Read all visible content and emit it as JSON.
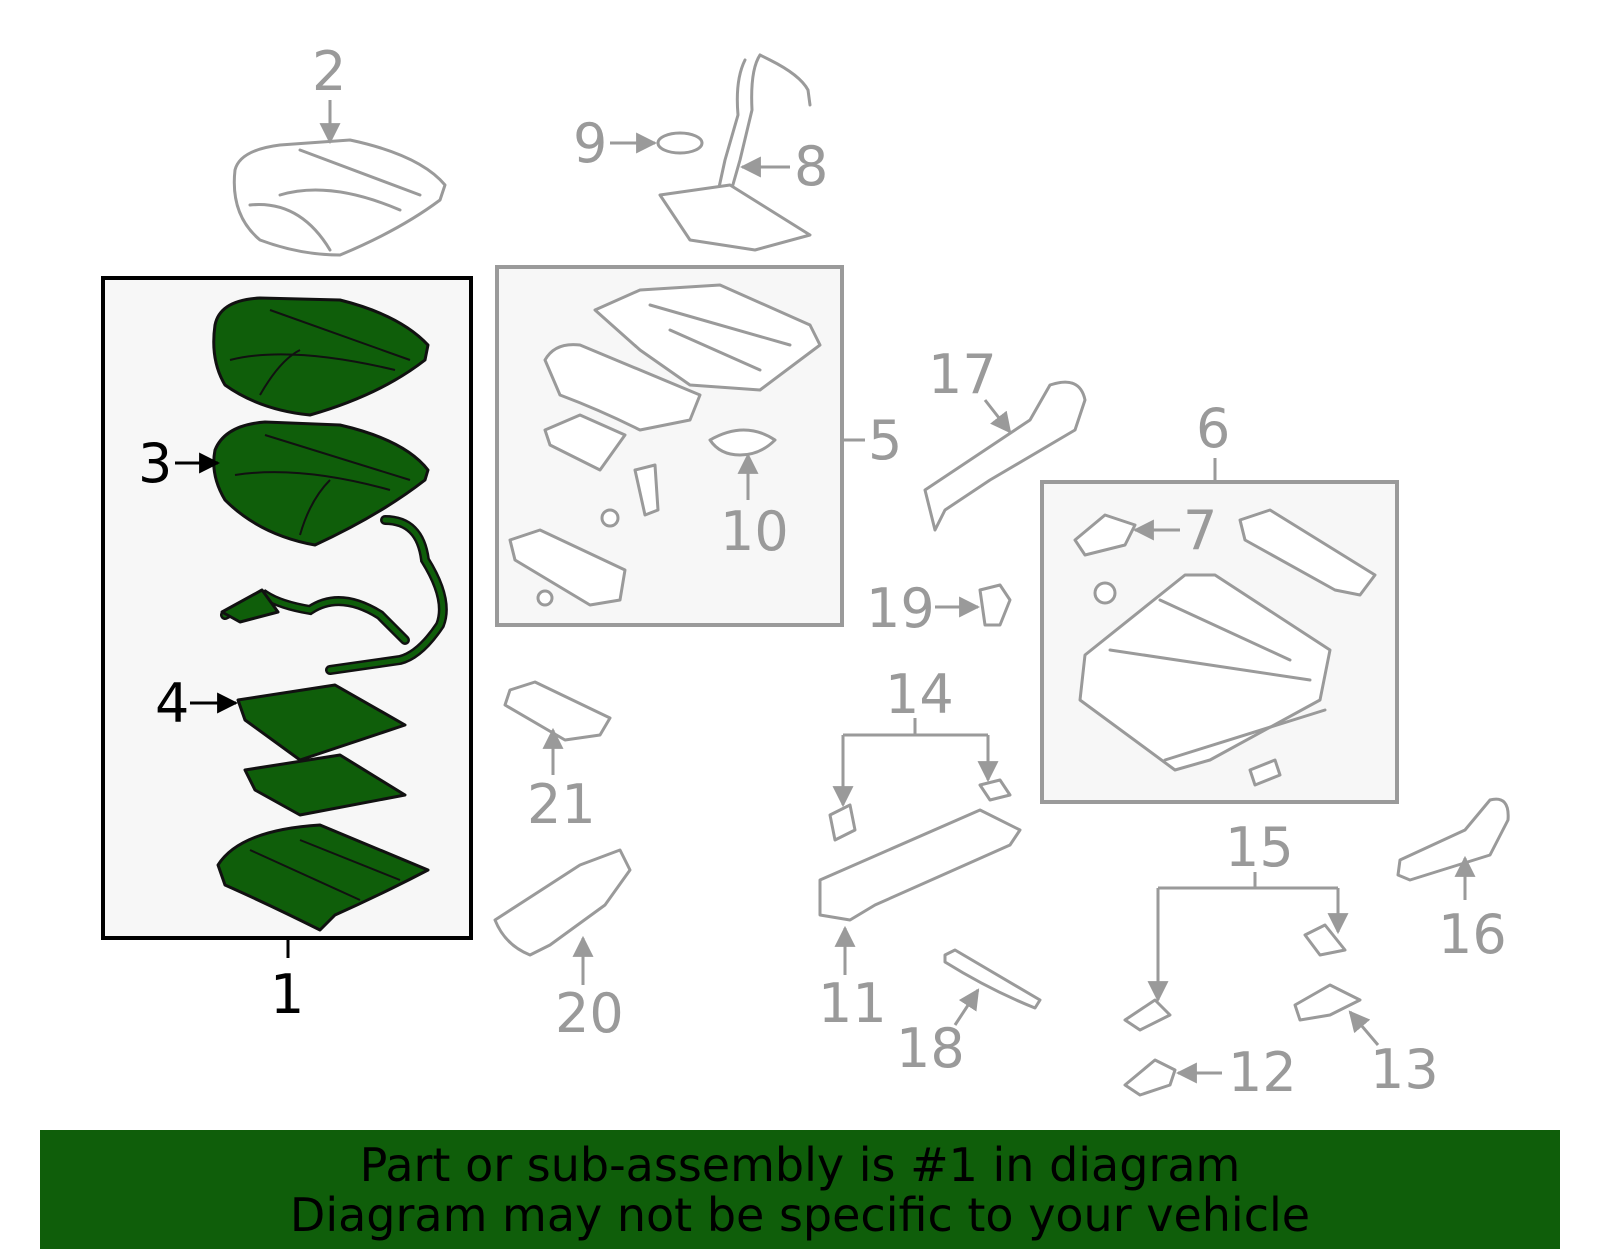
{
  "diagram": {
    "callouts": {
      "c1": "1",
      "c2": "2",
      "c3": "3",
      "c4": "4",
      "c5": "5",
      "c6": "6",
      "c7": "7",
      "c8": "8",
      "c9": "9",
      "c10": "10",
      "c11": "11",
      "c12": "12",
      "c13": "13",
      "c14": "14",
      "c15": "15",
      "c16": "16",
      "c17": "17",
      "c18": "18",
      "c19": "19",
      "c20": "20",
      "c21": "21"
    },
    "colors": {
      "highlight": "#0f5e0a",
      "outline": "#9a9a9a",
      "text_highlight": "#000000"
    }
  },
  "footer": {
    "line1": "Part or sub-assembly is #1 in diagram",
    "line2": "Diagram may not be specific to your vehicle"
  }
}
